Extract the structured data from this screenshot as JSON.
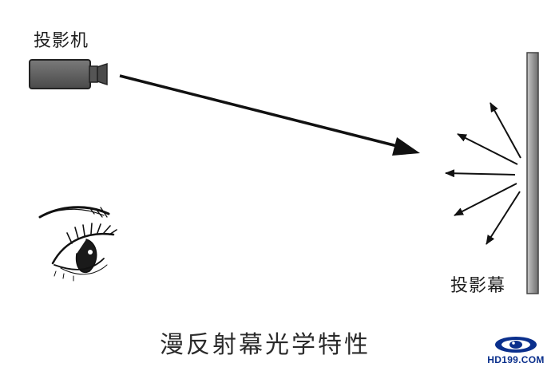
{
  "labels": {
    "projector": "投影机",
    "screen": "投影幕",
    "caption": "漫反射幕光学特性"
  },
  "logo": {
    "text": "HD199.COM"
  },
  "icons": {
    "projector": "projector-icon",
    "screen": "projection-screen",
    "eye": "eye-icon",
    "logo": "hd199-logo-icon"
  },
  "colors": {
    "projector_body": "#606060",
    "screen": "#8a8a8a",
    "arrow": "#111111",
    "logo_blue": "#0a2f8c"
  }
}
